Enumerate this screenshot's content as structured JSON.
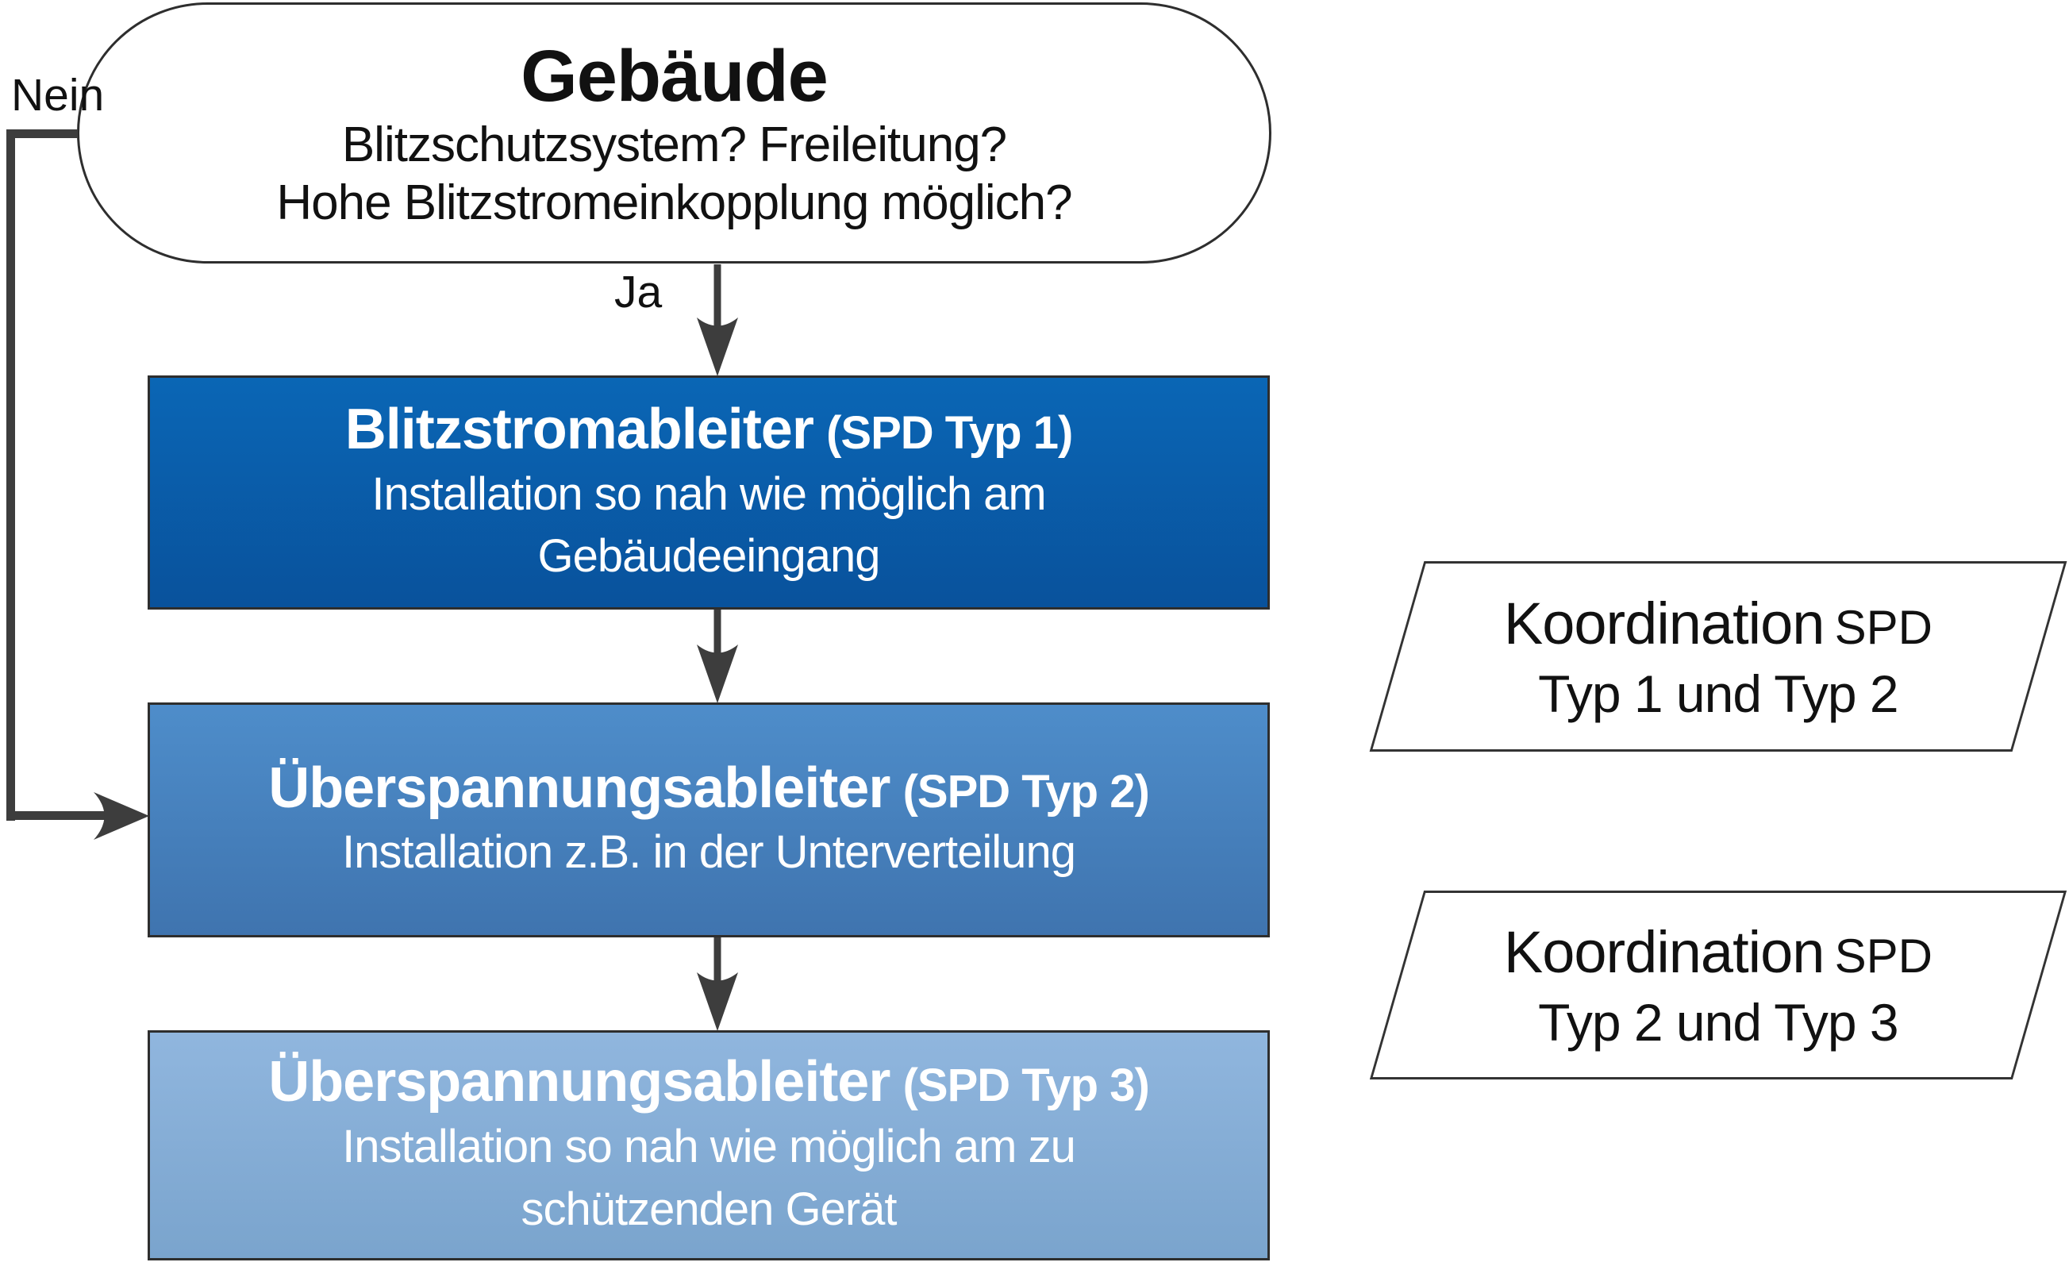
{
  "diagram": {
    "decision": {
      "title": "Gebäude",
      "question_line_1": "Blitzschutzsystem? Freileitung?",
      "question_line_2": "Hohe Blitzstromeinkopplung möglich?"
    },
    "labels": {
      "yes": "Ja",
      "no": "Nein"
    },
    "boxes": [
      {
        "title": "Blitzstromableiter",
        "suffix": "(SPD Typ 1)",
        "desc_line_1": "Installation so nah wie möglich am",
        "desc_line_2": "Gebäudeeingang",
        "color_top": "#0a66b5",
        "color_bottom": "#09529c"
      },
      {
        "title": "Überspannungsableiter",
        "suffix": "(SPD Typ 2)",
        "desc_line_1": "Installation z.B. in der Unterverteilung",
        "desc_line_2": "",
        "color_top": "#4e8dca",
        "color_bottom": "#3f74af"
      },
      {
        "title": "Überspannungsableiter",
        "suffix": "(SPD Typ 3)",
        "desc_line_1": "Installation so nah wie möglich am zu",
        "desc_line_2": "schützenden Gerät",
        "color_top": "#90b6de",
        "color_bottom": "#7aa4cd"
      }
    ],
    "coordination": [
      {
        "title": "Koordination",
        "abbr": "SPD",
        "line_2": "Typ 1 und Typ 2"
      },
      {
        "title": "Koordination",
        "abbr": "SPD",
        "line_2": "Typ 2 und Typ 3"
      }
    ],
    "colors": {
      "connector": "#3d3d3d",
      "shape_border": "#2e2e2e",
      "box_text": "#ffffff"
    }
  }
}
